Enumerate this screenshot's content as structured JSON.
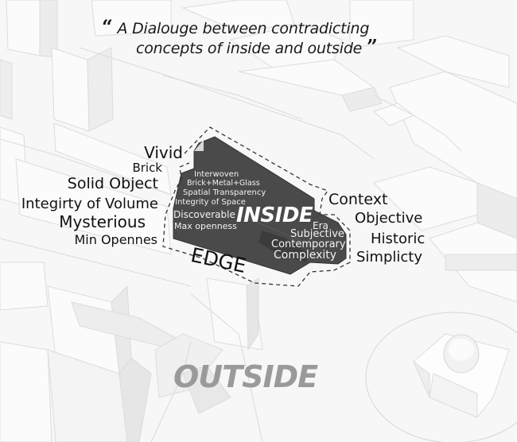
{
  "title": {
    "open_quote": "“",
    "line1": "A Dialouge between contradicting",
    "line2": "concepts of inside and outside",
    "close_quote": "”"
  },
  "zones": {
    "inside": "INSIDE",
    "edge": "EDGE",
    "outside": "OUTSIDE"
  },
  "left_terms": [
    "Vivid",
    "Brick",
    "Solid Object",
    "Integirty of Volume",
    "Mysterious",
    "Min Opennes"
  ],
  "right_terms": [
    "Context",
    "Objective",
    "Historic",
    "Simplicty"
  ],
  "inside_left_terms": [
    "Interwoven",
    "Brick+Metal+Glass",
    "Spatial Transparency",
    "Integrity of Space",
    "Discoverable",
    "Max openness"
  ],
  "inside_right_terms": [
    "Era",
    "Subjective",
    "Contemporary",
    "Complexity"
  ],
  "colors": {
    "background": "#f7f7f7",
    "building_dark": "#4a4a4a",
    "outside_text": "#9a9a9a",
    "text": "#111111"
  }
}
